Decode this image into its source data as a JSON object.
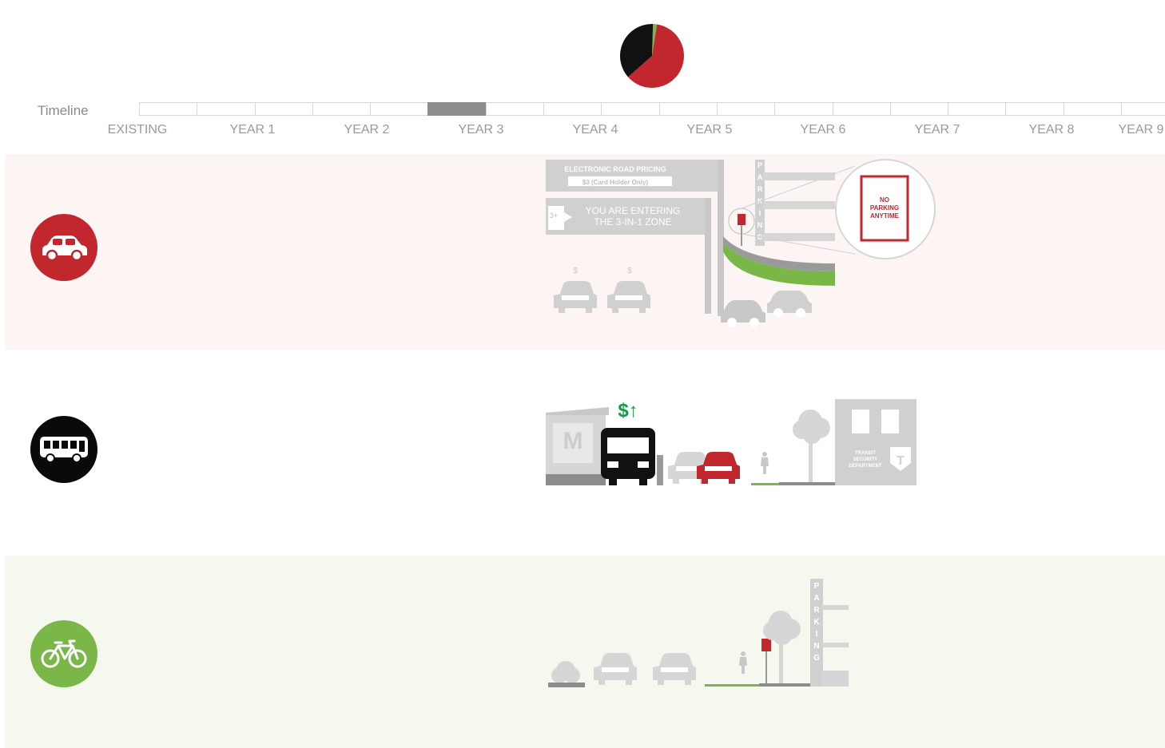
{
  "pie": {
    "slices": [
      {
        "label": "red",
        "value": 0.61,
        "color": "#c1272d"
      },
      {
        "label": "black",
        "value": 0.37,
        "color": "#111111"
      },
      {
        "label": "green",
        "value": 0.02,
        "color": "#7ab648"
      }
    ]
  },
  "timeline": {
    "label": "Timeline",
    "years": [
      "EXISTING",
      "YEAR 1",
      "YEAR 2",
      "YEAR 3",
      "YEAR 4",
      "YEAR 5",
      "YEAR 6",
      "YEAR 7",
      "YEAR 8",
      "YEAR 9"
    ],
    "active_year": "YEAR 3"
  },
  "modes": [
    {
      "name": "car",
      "icon": "car-icon",
      "color": "#c1272d"
    },
    {
      "name": "bus",
      "icon": "bus-icon",
      "color": "#0a0a0a"
    },
    {
      "name": "bike",
      "icon": "bicycle-icon",
      "color": "#7ab648"
    }
  ],
  "car_scene": {
    "erp_title": "ELECTRONIC ROAD PRICING",
    "erp_price": "$3 (Card Holder Only)",
    "zone_badge": "3+",
    "zone_line1": "YOU ARE ENTERING",
    "zone_line2": "THE 3-IN-1 ZONE",
    "toll_symbol": "$",
    "parking_letters": [
      "P",
      "A",
      "R",
      "K",
      "I",
      "N",
      "G"
    ],
    "sign_line1": "NO",
    "sign_line2": "PARKING",
    "sign_line3": "ANYTIME"
  },
  "bus_scene": {
    "fare_label": "$↑",
    "dept_line1": "TRANSIT",
    "dept_line2": "SECURITY",
    "dept_line3": "DEPARTMENT",
    "dept_badge": "T"
  },
  "bike_scene": {
    "parking_letters": [
      "P",
      "A",
      "R",
      "K",
      "I",
      "N",
      "G"
    ]
  },
  "colors": {
    "red": "#c1272d",
    "green": "#7ab648",
    "gray": "#c8c8c8",
    "dark_gray": "#8c8c8c"
  }
}
